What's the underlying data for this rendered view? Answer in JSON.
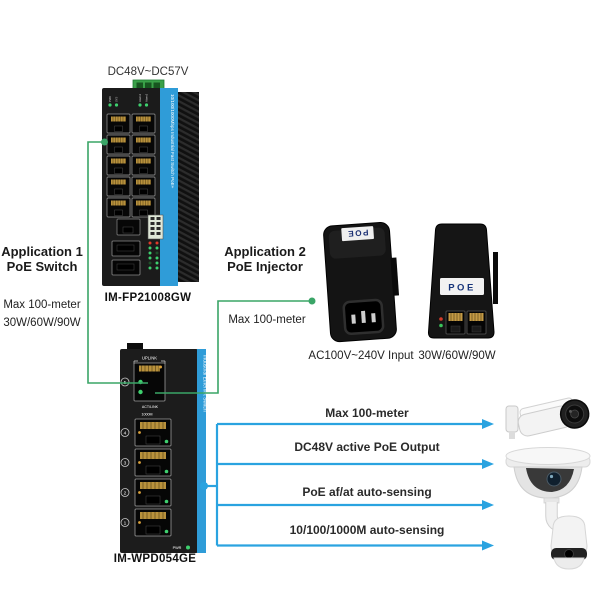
{
  "top_voltage_label": "DC48V~DC57V",
  "app1": {
    "title": "Application 1",
    "subtitle": "PoE Switch",
    "note1": "Max 100-meter",
    "note2": "30W/60W/90W",
    "model": "IM-FP21008GW"
  },
  "app2": {
    "title": "Application 2",
    "subtitle": "PoE Injector",
    "note": "Max 100-meter",
    "caption_ac": "AC100V~240V Input",
    "caption_power": "30W/60W/90W"
  },
  "switch1": {
    "stripe_text": "10/100/1000Mbps Industrial Fast Switch PoE+",
    "led_labels": [
      "PWR",
      "SYS",
      "Alarm1",
      "Alarm2"
    ]
  },
  "switch2": {
    "model": "IM-WPD054GE",
    "stripe_text": "Industrial Ethernet Switch",
    "uplink": "UPLINK",
    "actlink": "ACT/LINK",
    "speed": "1000M",
    "pwr": "PWR",
    "ports": [
      "5",
      "4",
      "3",
      "2",
      "1"
    ]
  },
  "injector": {
    "label": "POE"
  },
  "features": [
    {
      "label": "Max 100-meter"
    },
    {
      "label": "DC48V active PoE Output"
    },
    {
      "label": "PoE af/at auto-sensing"
    },
    {
      "label": "10/100/1000M auto-sensing"
    }
  ],
  "cameras": [
    "bullet-camera",
    "dome-camera",
    "ptz-camera"
  ],
  "colors": {
    "green_line": "#3aa567",
    "blue_line": "#2aa3e0",
    "stripe_blue": "#2f9cd8"
  }
}
